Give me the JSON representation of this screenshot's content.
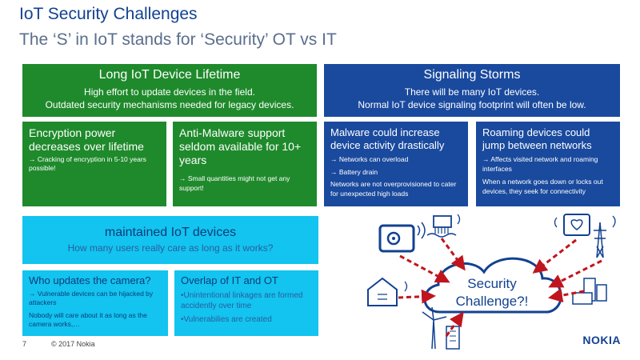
{
  "title": "IoT Security Challenges",
  "subtitle": "The ‘S’ in IoT stands for ‘Security’  OT vs IT",
  "lifetime": {
    "heading": "Long IoT Device Lifetime",
    "line1": "High effort to update devices in the field.",
    "line2": "Outdated security mechanisms needed for legacy devices."
  },
  "encryption": {
    "title": "Encryption power decreases over lifetime",
    "bullet": "→ Cracking of encryption in 5-10 years possible!"
  },
  "antimalware": {
    "title": "Anti-Malware support seldom available for 10+ years",
    "bullet": "→ Small quantities might not get any support!"
  },
  "storms": {
    "heading": "Signaling Storms",
    "line1": "There will be many IoT devices.",
    "line2": "Normal IoT device signaling footprint will often be low."
  },
  "malware": {
    "title": "Malware could increase device activity drastically",
    "bullet1": "→ Networks can overload",
    "bullet2": "→ Battery drain",
    "note": "Networks are not overprovisioned to cater for unexpected high loads"
  },
  "roaming": {
    "title": "Roaming devices could jump between networks",
    "bullet": "→ Affects visited network and roaming interfaces",
    "note": "When a network goes down or locks out devices, they seek for connectivity"
  },
  "maintained": {
    "heading": "maintained IoT devices",
    "sub": "How many users really care as long as it works?"
  },
  "camera": {
    "title": "Who updates the camera?",
    "bullet": "→ Vulnerable devices can be hijacked by attackers",
    "note": "Nobody will care about it as long as the camera works,…"
  },
  "overlap": {
    "title": "Overlap of IT and OT",
    "item1": "•Unintentional linkages are formed accidently over time",
    "item2": "•Vulnerabilies are created"
  },
  "diagram": {
    "cloud_line1": "Security",
    "cloud_line2": "Challenge?!"
  },
  "footer": {
    "page": "7",
    "copyright": "© 2017 Nokia"
  },
  "brand": "NOKIA",
  "colors": {
    "title_blue": "#124191",
    "green": "#1f8a2c",
    "blue": "#1a4a9e",
    "cyan": "#12c4ef",
    "arrow_red": "#c0151e"
  }
}
